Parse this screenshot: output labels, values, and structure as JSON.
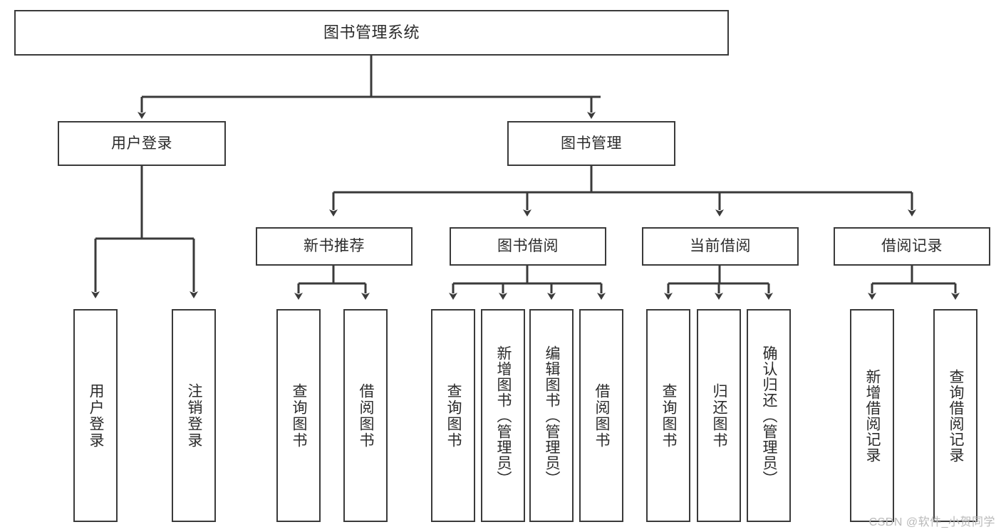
{
  "diagram": {
    "title": "图书管理系统",
    "type": "function-structure-tree",
    "watermark": "CSDN @软件_小贺同学",
    "colors": {
      "box_border": "#3a3a3a",
      "box_fill": "#ffffff",
      "text": "#2b2b2b",
      "edge": "#3a3a3a",
      "watermark": "#b9b9b9"
    },
    "levels": {
      "root": {
        "label": "图书管理系统"
      },
      "level2": [
        {
          "label": "用户登录"
        },
        {
          "label": "图书管理"
        }
      ],
      "level3": [
        {
          "label": "新书推荐"
        },
        {
          "label": "图书借阅"
        },
        {
          "label": "当前借阅"
        },
        {
          "label": "借阅记录"
        }
      ]
    },
    "nodes": {
      "root": "图书管理系统",
      "user_login": "用户登录",
      "book_manage": "图书管理",
      "new_book_rec": "新书推荐",
      "book_borrow": "图书借阅",
      "current_borrow": "当前借阅",
      "borrow_record": "借阅记录",
      "leaf_user_login": "用户登录",
      "leaf_logout_login": "注销登录",
      "leaf_query_book_a": "查询图书",
      "leaf_borrow_book_a": "借阅图书",
      "leaf_query_book_b": "查询图书",
      "leaf_add_book_admin": "新增图书（管理员）",
      "leaf_edit_book_admin": "编辑图书（管理员）",
      "leaf_borrow_book_b": "借阅图书",
      "leaf_query_book_c": "查询图书",
      "leaf_return_book": "归还图书",
      "leaf_confirm_return_admin": "确认归还（管理员）",
      "leaf_add_record": "新增借阅记录",
      "leaf_query_record": "查询借阅记录"
    }
  }
}
